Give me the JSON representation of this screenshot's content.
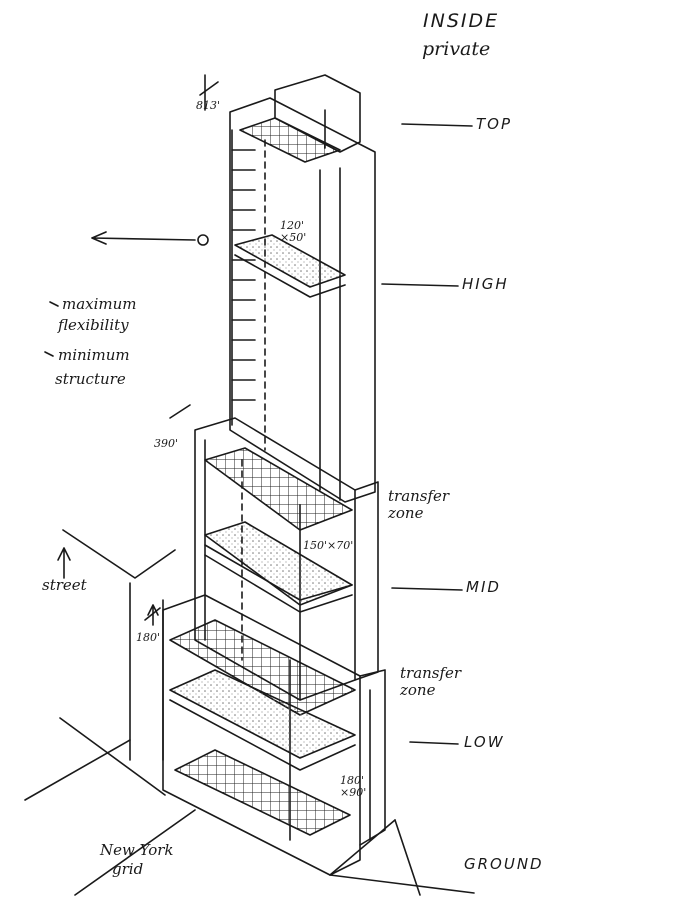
{
  "header": {
    "line1": "INSIDE",
    "line2": "private"
  },
  "zones": {
    "top": "TOP",
    "high": "HIGH",
    "transfer_upper": "transfer zone",
    "mid": "MID",
    "transfer_lower": "transfer zone",
    "low": "LOW",
    "ground": "GROUND"
  },
  "heights": {
    "h813": "813'",
    "h390": "390'",
    "h180": "180'"
  },
  "floor_dims": {
    "upper": "120' ×50'",
    "middle": "150'×70'",
    "lower": "180' ×90'"
  },
  "notes": {
    "max_flex_1": "maximum",
    "max_flex_2": "flexibility",
    "min_struct_1": "minimum",
    "min_struct_2": "structure"
  },
  "context": {
    "street": "street",
    "grid_1": "New York",
    "grid_2": "grid"
  }
}
